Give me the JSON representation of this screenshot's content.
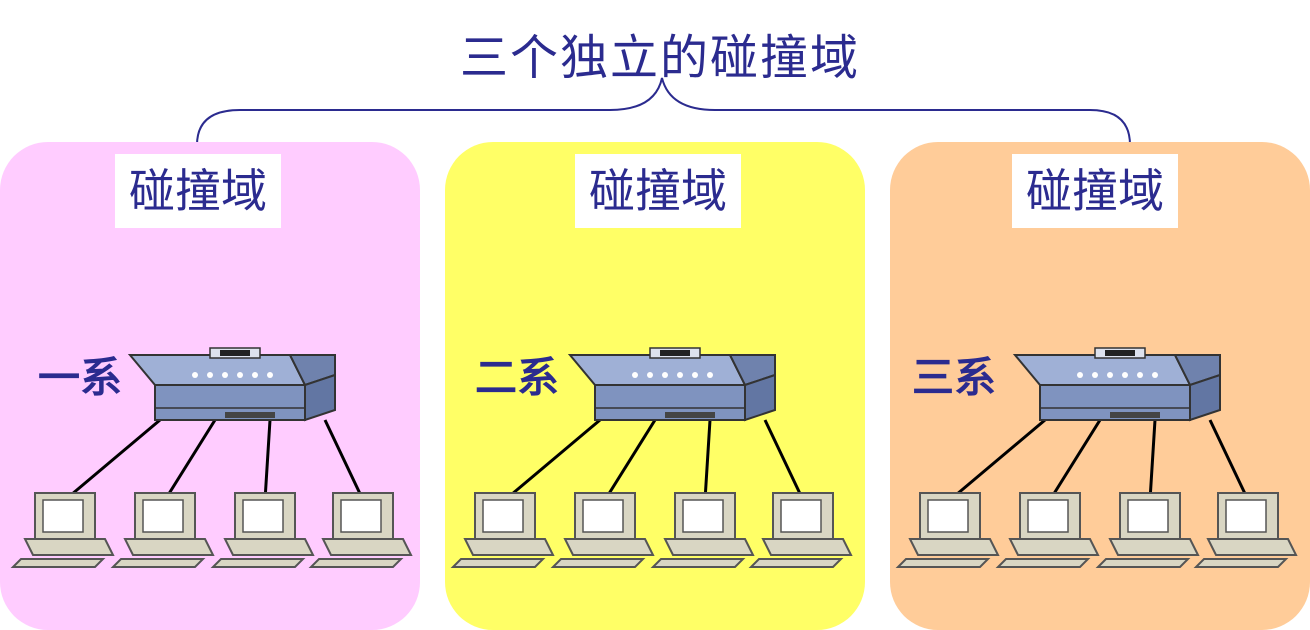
{
  "title": "三个独立的碰撞域",
  "domains": [
    {
      "label": "碰撞域",
      "department": "一系",
      "color": "#ffccff",
      "computers": 4
    },
    {
      "label": "碰撞域",
      "department": "二系",
      "color": "#ffff66",
      "computers": 4
    },
    {
      "label": "碰撞域",
      "department": "三系",
      "color": "#ffcc99",
      "computers": 4
    }
  ],
  "colors": {
    "text": "#2b2b8f",
    "brace": "#2b2b8f",
    "hub": "#8fa2c8",
    "computer": "#d9d6c3"
  },
  "icons": {
    "hub": "hub-icon",
    "computer": "computer-icon"
  }
}
